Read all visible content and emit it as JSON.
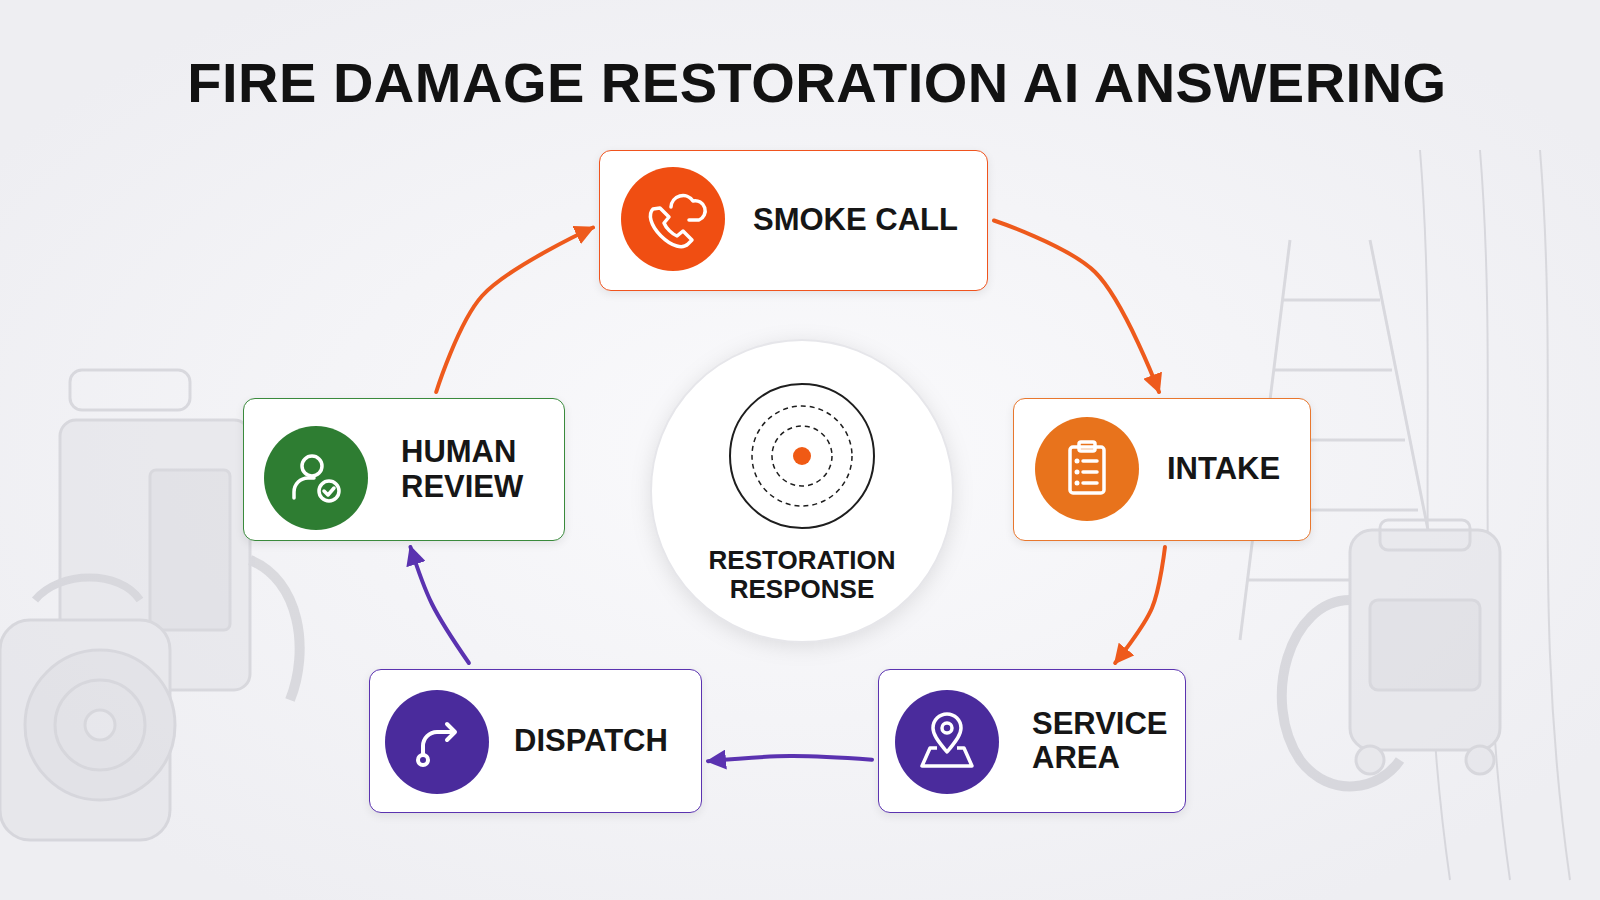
{
  "diagram": {
    "title": "FIRE DAMAGE RESTORATION AI ANSWERING",
    "nodes": [
      {
        "text": [
          "SMOKE CALL"
        ]
      },
      {
        "text": [
          "INTAKE"
        ]
      },
      {
        "text": [
          "SERVICE AREA"
        ]
      },
      {
        "text": [
          "DISPATCH"
        ]
      },
      {
        "text": [
          "HUMAN REVIEW"
        ]
      },
      {
        "text": [
          "RESTORATION RESPONSE"
        ]
      }
    ],
    "edges": [
      {
        "from": 0,
        "to": 1,
        "arrow": "to"
      },
      {
        "from": 1,
        "to": 2,
        "arrow": "to"
      },
      {
        "from": 2,
        "to": 3,
        "arrow": "to"
      },
      {
        "from": 3,
        "to": 4,
        "arrow": "to"
      },
      {
        "from": 4,
        "to": 0,
        "arrow": "to"
      }
    ]
  }
}
